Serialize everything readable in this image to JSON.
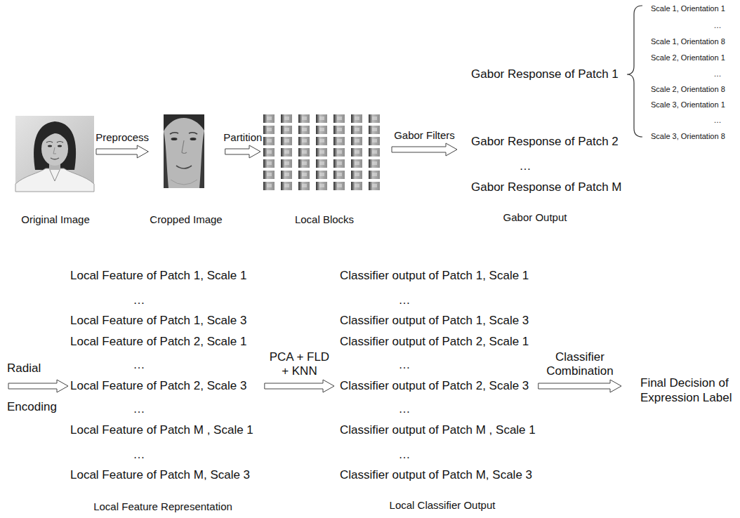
{
  "diagram": {
    "nodes": [
      {
        "text": [
          "Original Image"
        ]
      },
      {
        "text": [
          "Cropped Image"
        ]
      },
      {
        "text": [
          "Local Blocks"
        ]
      },
      {
        "text": [
          "Gabor Response of Patch 1",
          "Gabor Response of Patch 2",
          "…",
          "Gabor Response of Patch M",
          "Gabor Output"
        ]
      },
      {
        "text": [
          "Local Feature of Patch 1, Scale 1",
          "…",
          "Local Feature of Patch 1, Scale 3",
          "Local Feature of Patch 2, Scale 1",
          "…",
          "Local Feature of Patch 2, Scale 3",
          "…",
          "Local Feature of Patch M , Scale 1",
          "…",
          "Local Feature of Patch M, Scale 3",
          "Local Feature Representation"
        ]
      },
      {
        "text": [
          "Classifier output of Patch 1, Scale 1",
          "…",
          "Classifier output of Patch 1, Scale 3",
          "Classifier output of Patch 2, Scale 1",
          "…",
          "Classifier output of Patch 2, Scale 3",
          "…",
          "Classifier output of Patch M , Scale 1",
          "…",
          "Classifier output of Patch M, Scale 3",
          "Local Classifier Output"
        ]
      },
      {
        "text": [
          "Final Decision of Expression Label"
        ]
      }
    ],
    "edges": [
      {
        "from": 0,
        "to": 1,
        "arrow": "to",
        "label": "Preprocess"
      },
      {
        "from": 1,
        "to": 2,
        "arrow": "to",
        "label": "Partition"
      },
      {
        "from": 2,
        "to": 3,
        "arrow": "to",
        "label": "Gabor Filters"
      },
      {
        "from": 4,
        "to": 5,
        "arrow": "to",
        "label": "PCA + FLD + KNN"
      },
      {
        "from": 5,
        "to": 6,
        "arrow": "to",
        "label": "Classifier Combination"
      }
    ],
    "labels": [
      "Scale 1, Orientation 1",
      "…",
      "Scale 1, Orientation 8",
      "Scale 2, Orientation 1",
      "…",
      "Scale 2, Orientation 8",
      "Scale 3, Orientation 1",
      "…",
      "Scale 3, Orientation 8",
      "Radial",
      "Encoding"
    ]
  }
}
